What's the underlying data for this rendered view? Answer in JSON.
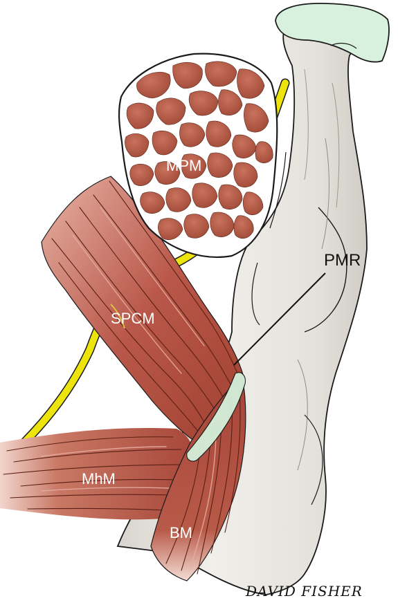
{
  "labels": {
    "mpm": "MPM",
    "spcm": "SPCM",
    "mhm": "MhM",
    "bm": "BM",
    "pmr": "PMR"
  },
  "signature": "DAVID FISHER",
  "colors": {
    "bone": "#ebe8e2",
    "bone_shadow": "#c9c5be",
    "cartilage": "#d6f0dc",
    "muscle": "#b0513f",
    "muscle_light": "#d68a78",
    "nerve": "#e8e10a",
    "outline": "#1a1a1a"
  }
}
